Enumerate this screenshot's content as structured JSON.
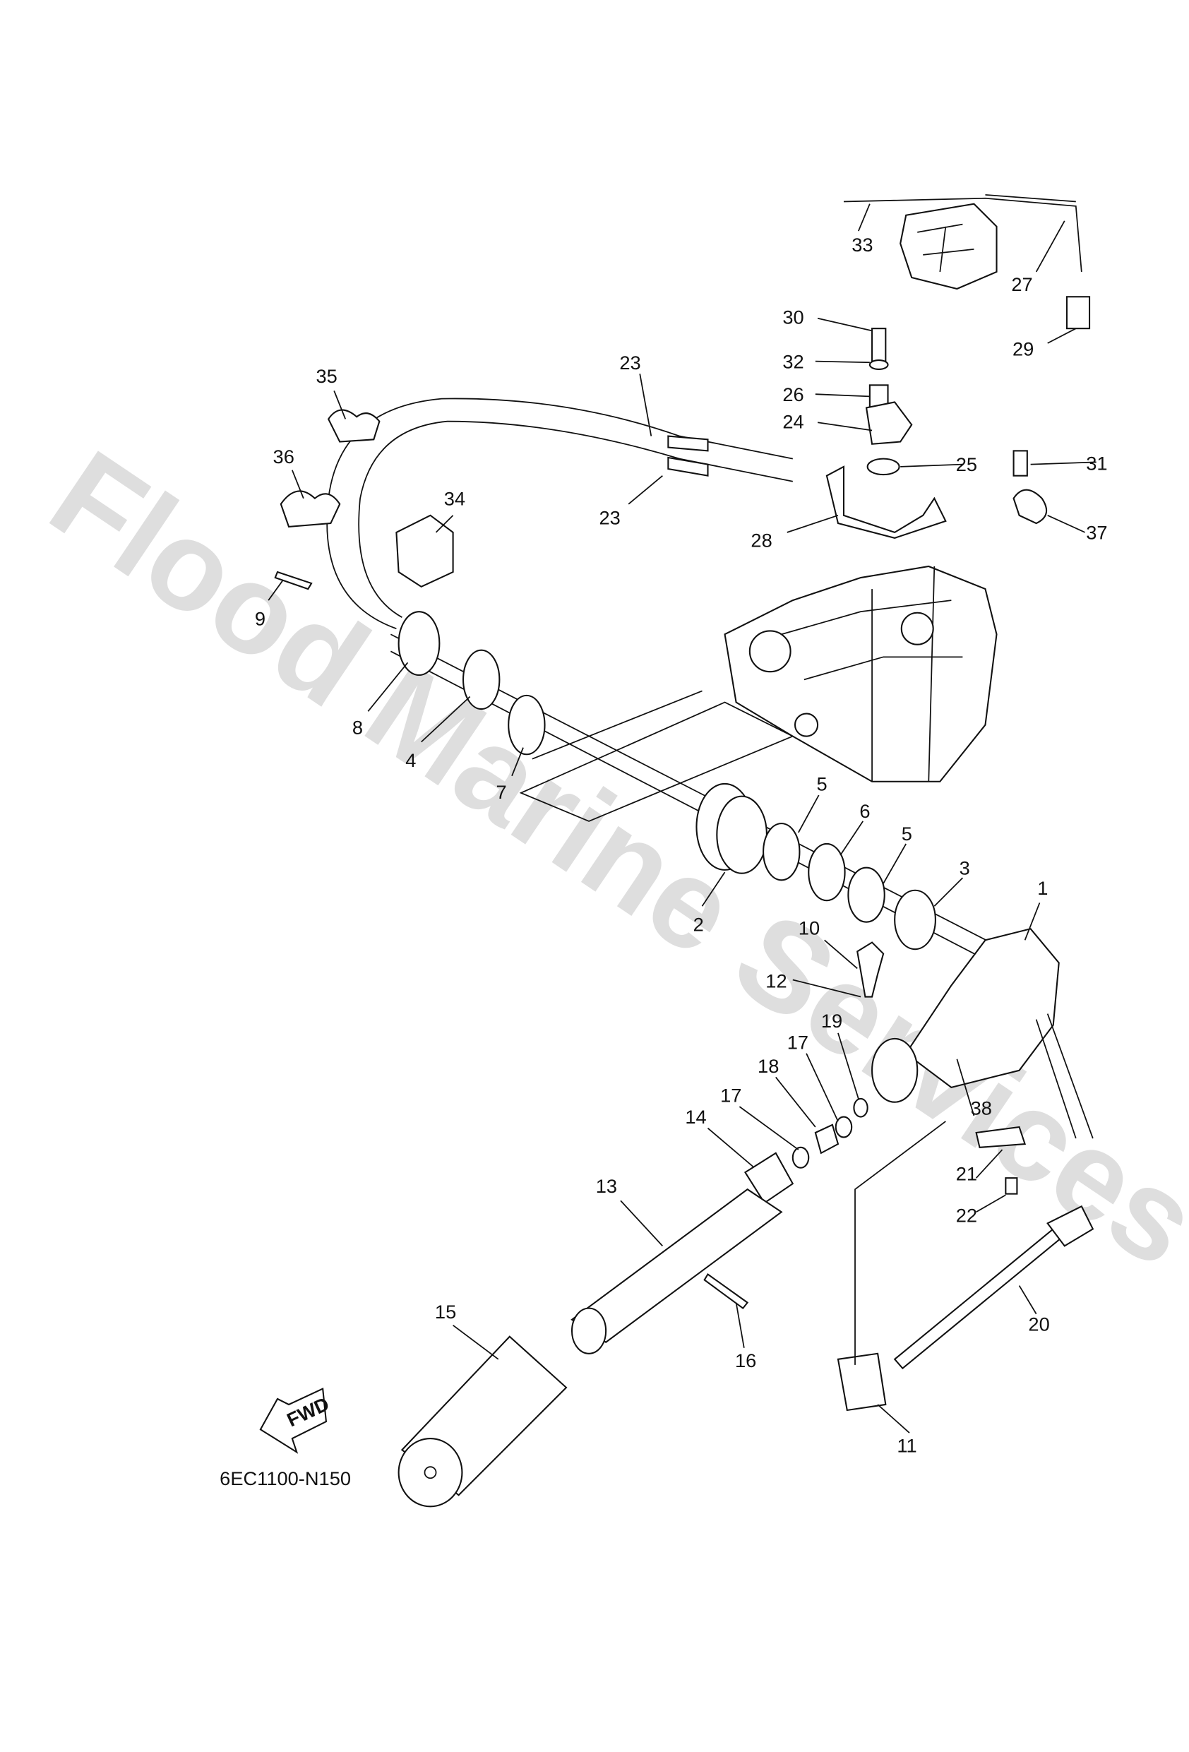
{
  "diagram": {
    "code": "6EC1100-N150",
    "fwd_label": "FWD",
    "watermark": "Flood Marine Services",
    "callouts": [
      "33",
      "27",
      "30",
      "29",
      "32",
      "26",
      "24",
      "25",
      "31",
      "37",
      "28",
      "23",
      "23",
      "35",
      "36",
      "34",
      "9",
      "8",
      "4",
      "7",
      "5",
      "6",
      "5",
      "3",
      "1",
      "2",
      "10",
      "12",
      "19",
      "17",
      "18",
      "17",
      "14",
      "38",
      "13",
      "21",
      "22",
      "20",
      "15",
      "16",
      "11"
    ]
  }
}
